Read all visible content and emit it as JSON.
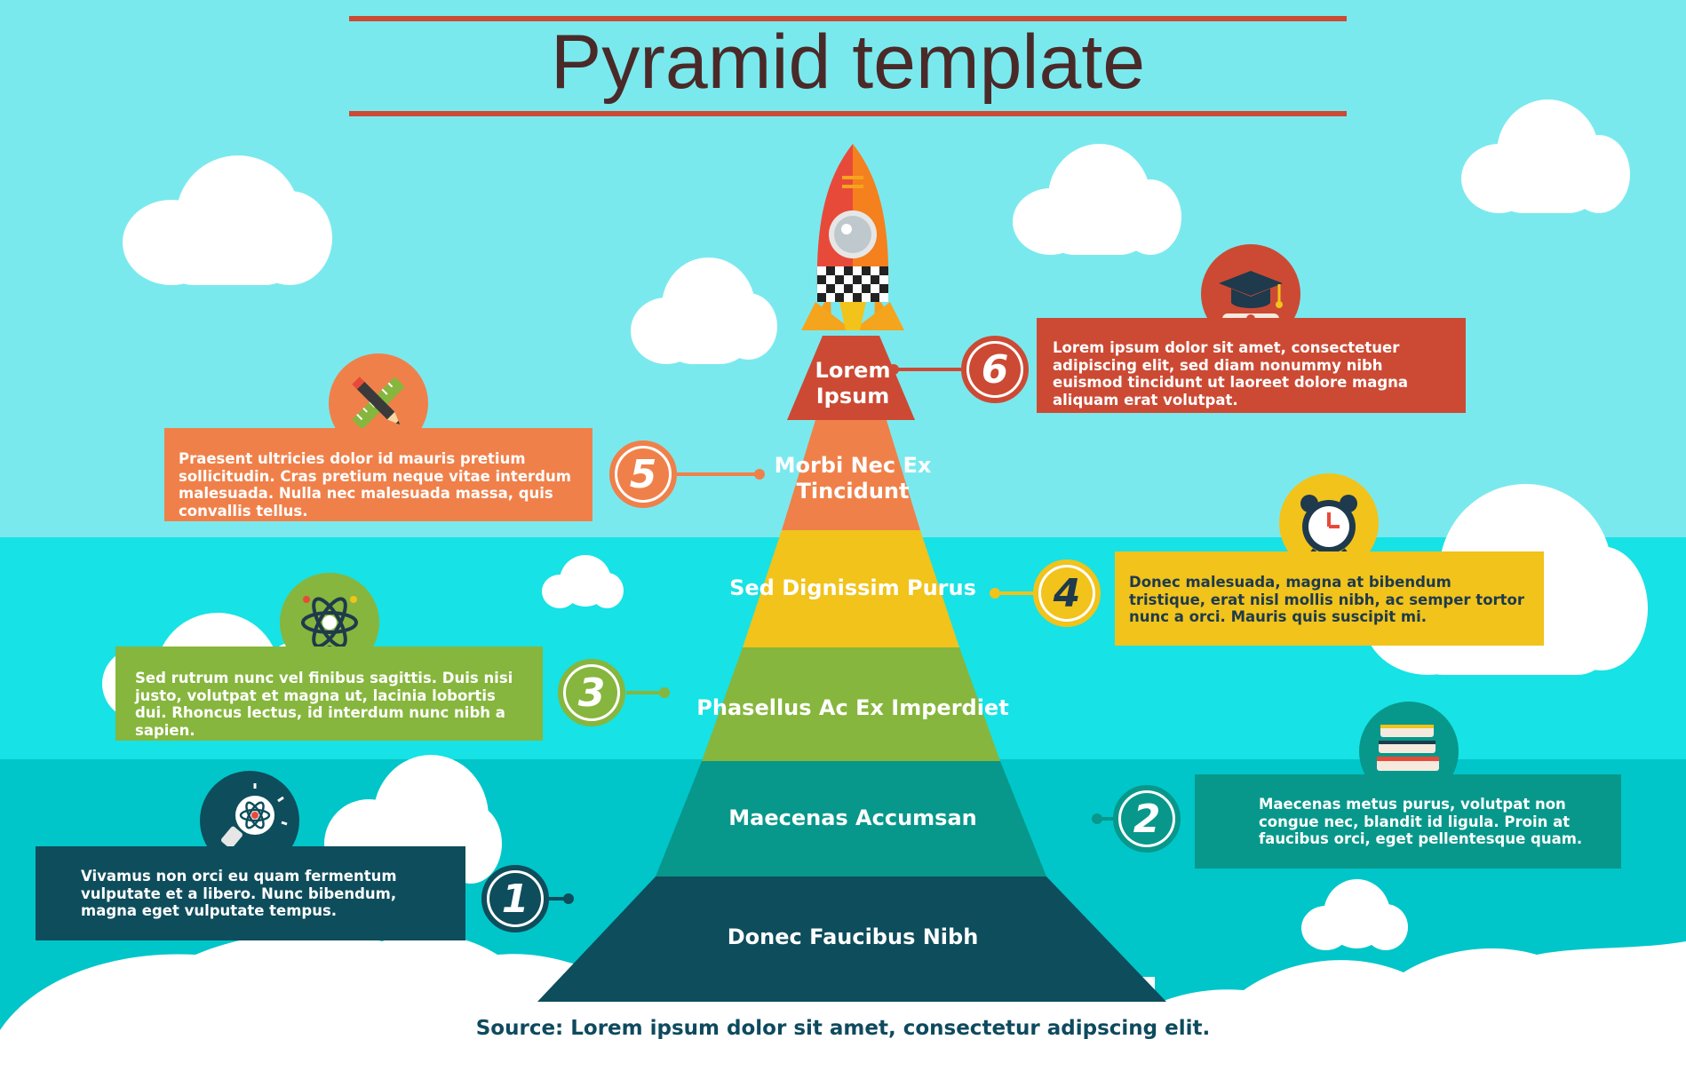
{
  "title": "Pyramid template",
  "source": "Source: Lorem ipsum dolor sit amet, consectetur adipscing elit.",
  "colors": {
    "sky": "#7ae9ee",
    "sea_top": "#17e2e5",
    "sea_bottom": "#00c6c9",
    "title_line": "#cc4a34",
    "title_text": "#4a2a28"
  },
  "levels": [
    {
      "number": "1",
      "label": "Donec Faucibus Nibh",
      "color": "#0e4d5c",
      "icon": "light-bulb-atom-icon",
      "text": "Vivamus non orci eu quam fermentum vulputate et a libero. Nunc bibendum, magna eget vulputate tempus.",
      "side": "left"
    },
    {
      "number": "2",
      "label": "Maecenas Accumsan",
      "color": "#07988b",
      "icon": "books-icon",
      "text": "Maecenas metus purus, volutpat non congue nec, blandit id ligula. Proin at faucibus orci, eget pellentesque quam.",
      "side": "right"
    },
    {
      "number": "3",
      "label": "Phasellus Ac Ex Imperdiet",
      "color": "#86b63d",
      "icon": "atom-icon",
      "text": "Sed rutrum nunc vel finibus sagittis. Duis nisi justo, volutpat et magna ut, lacinia lobortis dui. Rhoncus lectus, id interdum nunc nibh a sapien.",
      "side": "left"
    },
    {
      "number": "4",
      "label": "Sed Dignissim Purus",
      "color": "#f1c31b",
      "icon": "alarm-clock-icon",
      "text": "Donec malesuada, magna at bibendum tristique, erat nisl mollis nibh, ac semper tortor nunc a orci. Mauris quis suscipit mi.",
      "side": "right"
    },
    {
      "number": "5",
      "label": "Morbi Nec Ex Tincidunt",
      "color": "#f0804a",
      "icon": "ruler-pencil-icon",
      "text": "Praesent ultricies dolor id mauris pretium sollicitudin. Cras pretium neque vitae interdum malesuada. Nulla nec malesuada massa, quis convallis tellus.",
      "side": "left"
    },
    {
      "number": "6",
      "label": "Lorem Ipsum",
      "color": "#cc4a34",
      "icon": "graduation-cap-icon",
      "text": "Lorem ipsum dolor sit amet, consectetuer adipiscing elit, sed diam nonummy nibh euismod tincidunt ut laoreet dolore magna aliquam erat volutpat.",
      "side": "right"
    }
  ],
  "rocket_icon": "rocket-icon"
}
